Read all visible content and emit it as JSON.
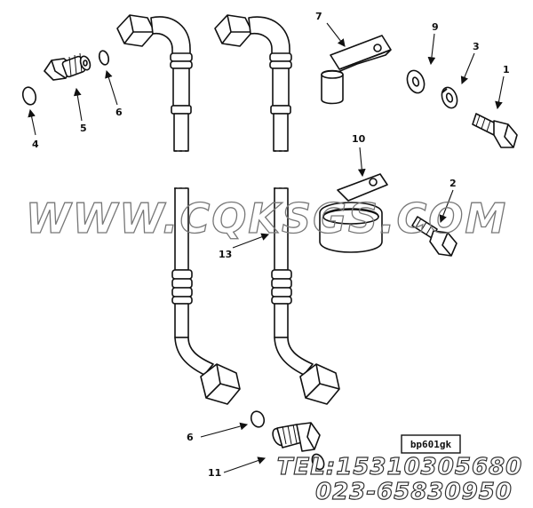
{
  "diagram": {
    "reference_code": "bp601gk",
    "callouts": [
      "1",
      "2",
      "3",
      "4",
      "5",
      "6",
      "7",
      "9",
      "10",
      "13",
      "6",
      "11"
    ]
  },
  "watermark": {
    "url_text": "WWW.CQKSGS.COM",
    "tel_text": "TEL:15310305680",
    "phone_text": "023-65830950"
  },
  "colors": {
    "line": "#111111",
    "fill": "#ffffff",
    "watermark": "#777777"
  }
}
